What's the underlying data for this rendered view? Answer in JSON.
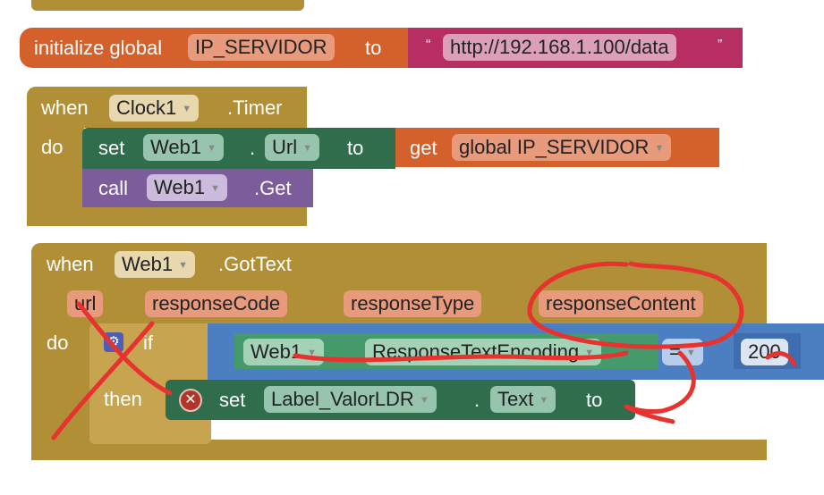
{
  "init_block": {
    "prefix": "initialize global",
    "var_name": "IP_SERVIDOR",
    "to": "to",
    "open_quote": "“",
    "string_value": "http://192.168.1.100/data",
    "close_quote": "”"
  },
  "clock_block": {
    "when": "when",
    "component": "Clock1",
    "event": ".Timer",
    "do": "do",
    "set_block": {
      "set": "set",
      "component": "Web1",
      "dot": ".",
      "property": "Url",
      "to": "to",
      "get": "get",
      "get_var": "global IP_SERVIDOR"
    },
    "call_block": {
      "call": "call",
      "component": "Web1",
      "method": ".Get"
    }
  },
  "gottext_block": {
    "when": "when",
    "component": "Web1",
    "event": ".GotText",
    "params": [
      "url",
      "responseCode",
      "responseType",
      "responseContent"
    ],
    "do": "do",
    "if_block": {
      "if": "if",
      "then": "then",
      "getter_component": "Web1",
      "getter_property": "ResponseTextEncoding",
      "operator": "=",
      "compare_value": "200"
    },
    "set_block": {
      "set": "set",
      "component": "Label_ValorLDR",
      "dot": ".",
      "property": "Text",
      "to": "to"
    }
  },
  "colors": {
    "event": "#b18f36",
    "variable": "#d4612c",
    "text": "#b72f62",
    "setter": "#2f6d4d",
    "method": "#7c5c9a",
    "math": "#4c7fc2",
    "annotation": "#e8322f"
  }
}
